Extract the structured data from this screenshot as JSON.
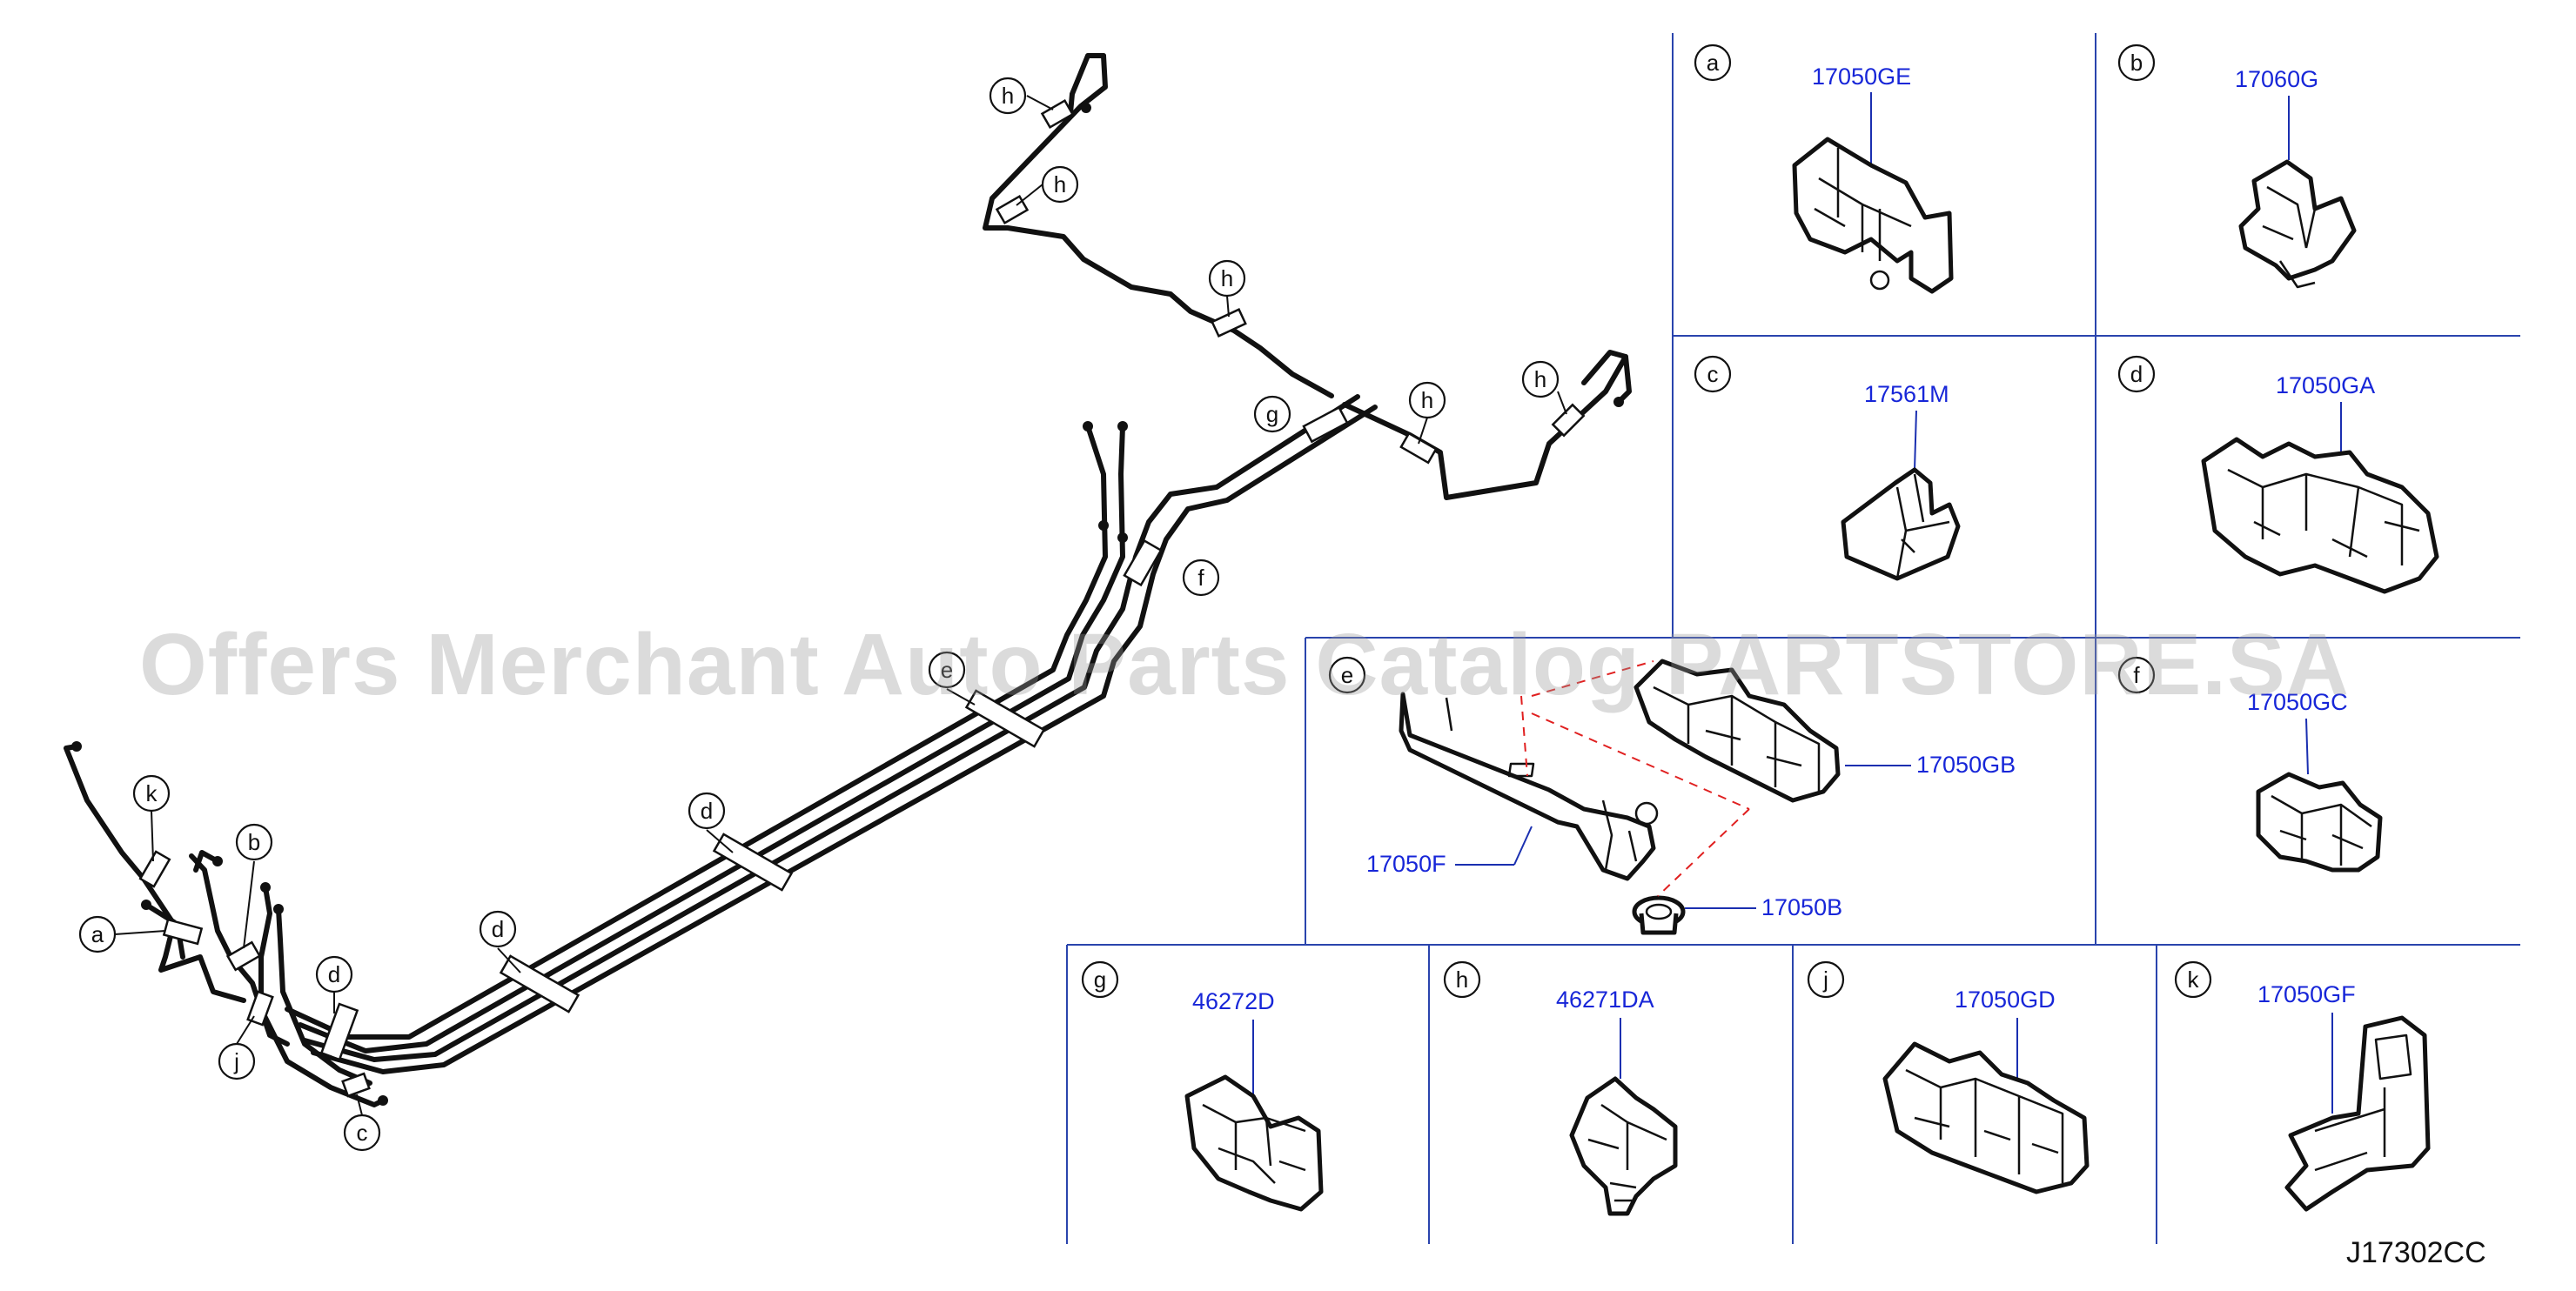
{
  "watermark": "Offers Merchant Auto Parts Catalog PARTSTORE.SA",
  "diagram_code": "J17302CC",
  "callouts": {
    "main": [
      "h",
      "h",
      "h",
      "h",
      "h",
      "g",
      "f",
      "e",
      "d",
      "d",
      "d",
      "k",
      "b",
      "a",
      "j",
      "c"
    ],
    "panels": [
      "a",
      "b",
      "c",
      "d",
      "e",
      "f",
      "g",
      "h",
      "j",
      "k"
    ]
  },
  "parts": {
    "a": "17050GE",
    "b": "17060G",
    "c": "17561M",
    "d": "17050GA",
    "e_clip": "17050GB",
    "e_bracket": "17050F",
    "e_grommet": "17050B",
    "f": "17050GC",
    "g": "46272D",
    "h": "46271DA",
    "j": "17050GD",
    "k": "17050GF"
  }
}
